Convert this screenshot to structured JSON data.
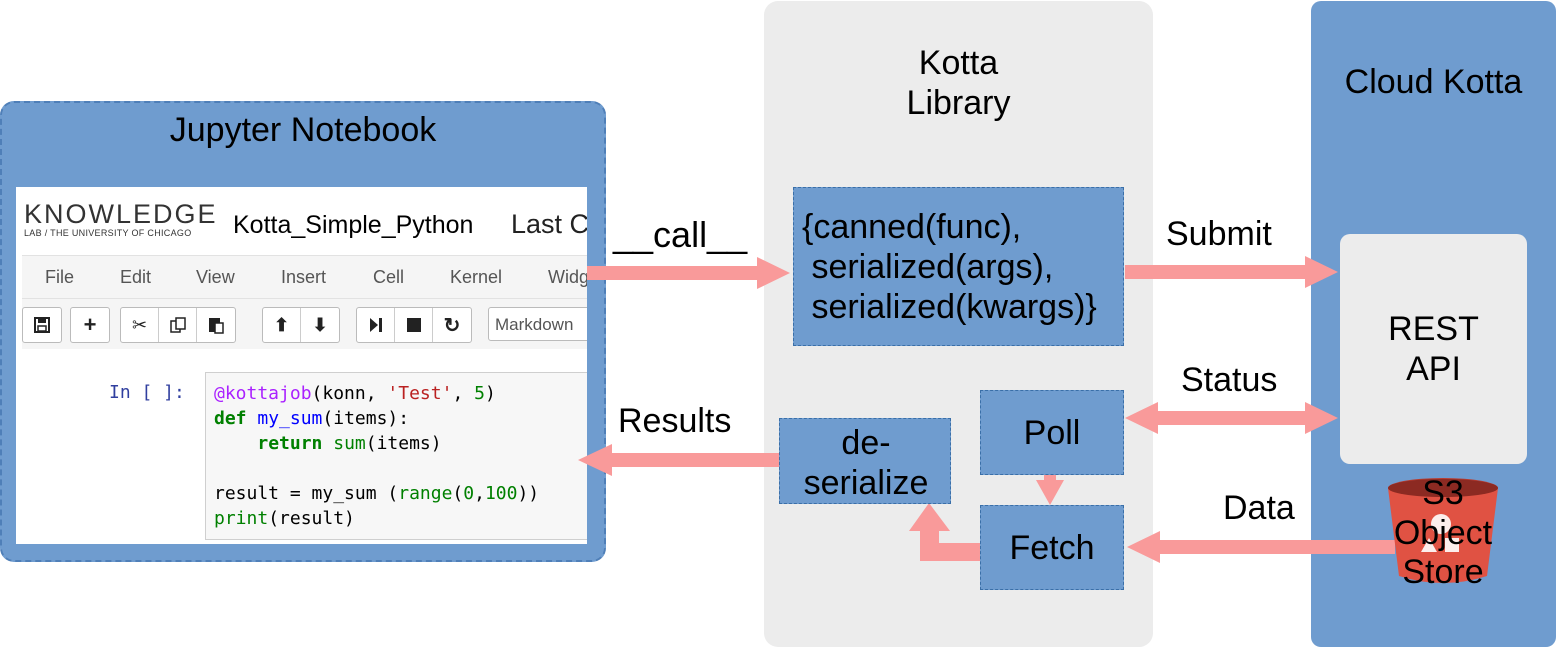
{
  "panels": {
    "jupyter_title": "Jupyter Notebook",
    "kotta_library_title_line1": "Kotta",
    "kotta_library_title_line2": "Library",
    "cloud_kotta_title": "Cloud Kotta"
  },
  "notebook": {
    "logo_top": "KNOWLEDGE",
    "logo_bottom": "LAB / THE UNIVERSITY OF CHICAGO",
    "notebook_name": "Kotta_Simple_Python",
    "checkpoint_text": "Last C",
    "menu": [
      "File",
      "Edit",
      "View",
      "Insert",
      "Cell",
      "Kernel",
      "Widg"
    ],
    "cell_type": "Markdown",
    "prompt": "In [ ]:",
    "code": {
      "l1_dec": "@kottajob",
      "l1_args_a": "(konn, ",
      "l1_str": "'Test'",
      "l1_args_b": ", ",
      "l1_num": "5",
      "l1_close": ")",
      "l2_kw": "def",
      "l2_fn": "my_sum",
      "l2_rest": "(items):",
      "l3_kw": "return",
      "l3_bi": "sum",
      "l3_rest": "(items)",
      "l5_a": "result = my_sum (",
      "l5_bi": "range",
      "l5_b": "(",
      "l5_n1": "0",
      "l5_c": ",",
      "l5_n2": "100",
      "l5_d": "))",
      "l6_bi": "print",
      "l6_rest": "(result)"
    }
  },
  "boxes": {
    "payload_line1": "{canned(func),",
    "payload_line2": " serialized(args),",
    "payload_line3": " serialized(kwargs)}",
    "poll": "Poll",
    "fetch": "Fetch",
    "deserialize_line1": "de-",
    "deserialize_line2": "serialize",
    "rest_api_line1": "REST",
    "rest_api_line2": "API",
    "s3_line1": "S3",
    "s3_line2": "Object",
    "s3_line3": "Store"
  },
  "arrows": {
    "call": "__call__",
    "submit": "Submit",
    "status": "Status",
    "results": "Results",
    "data": "Data"
  },
  "colors": {
    "panel_blue": "#6f9ccf",
    "panel_grey": "#ececec",
    "arrow_pink": "#f99a9a",
    "bucket_red": "#e05243"
  }
}
